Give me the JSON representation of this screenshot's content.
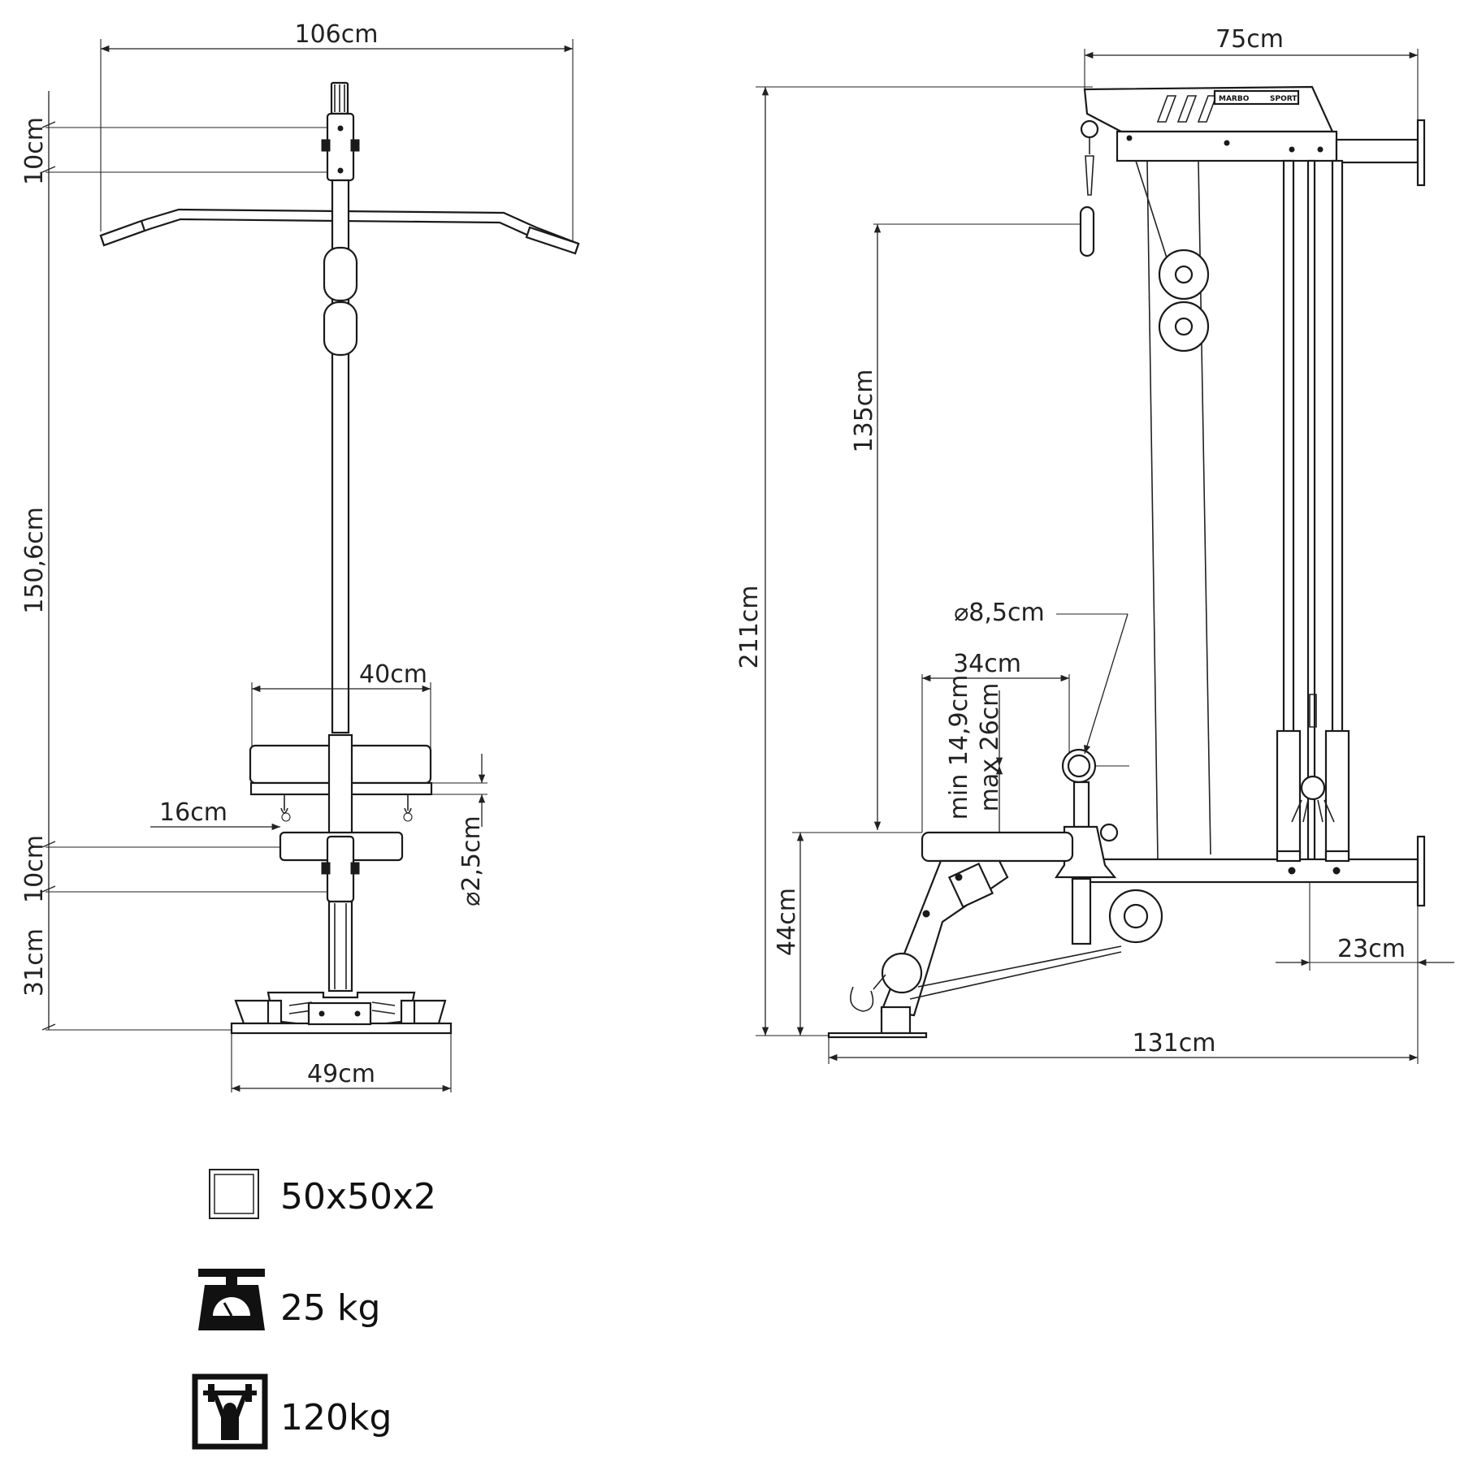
{
  "front_view": {
    "dim_width": "106cm",
    "dim_top_bracket": "10cm",
    "dim_height": "150,6cm",
    "dim_bottom_bracket": "10cm",
    "dim_base": "31cm",
    "dim_pad_width": "40cm",
    "dim_pad_offset": "16cm",
    "dim_diameter": "⌀2,5cm",
    "dim_footprint": "49cm"
  },
  "side_view": {
    "dim_top_depth": "75cm",
    "dim_total_height": "211cm",
    "dim_pulley_height": "135cm",
    "dim_roller_diameter": "⌀8,5cm",
    "dim_seat_length": "34cm",
    "dim_adjust_min": "min 14,9cm",
    "dim_adjust_max": "max 26cm",
    "dim_seat_height": "44cm",
    "dim_rear_offset": "23cm",
    "dim_total_length": "131cm",
    "brand_left": "MARBO",
    "brand_right": "SPORT"
  },
  "legend": {
    "profile": "50x50x2",
    "weight": "25 kg",
    "max_load": "120kg",
    "icons": [
      "square-profile-icon",
      "scale-icon",
      "weightlifter-icon"
    ]
  }
}
